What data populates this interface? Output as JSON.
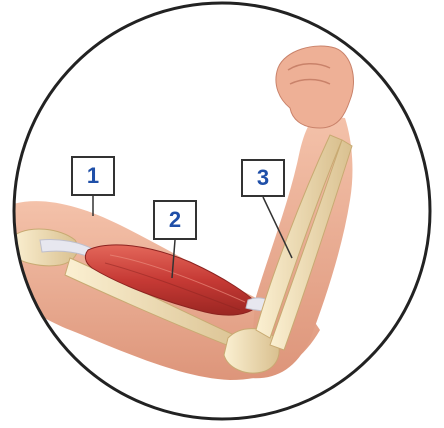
{
  "labels": [
    {
      "id": "1"
    },
    {
      "id": "2"
    },
    {
      "id": "3"
    }
  ],
  "colors": {
    "skin": "#f0b49c",
    "skin_shadow": "#d98f74",
    "muscle": "#c63a35",
    "muscle_light": "#e06455",
    "bone": "#f2e3bd",
    "bone_shadow": "#d9c08f",
    "tendon": "#e7e7ef",
    "label_text": "#1f4fa8",
    "outline": "#222222"
  }
}
